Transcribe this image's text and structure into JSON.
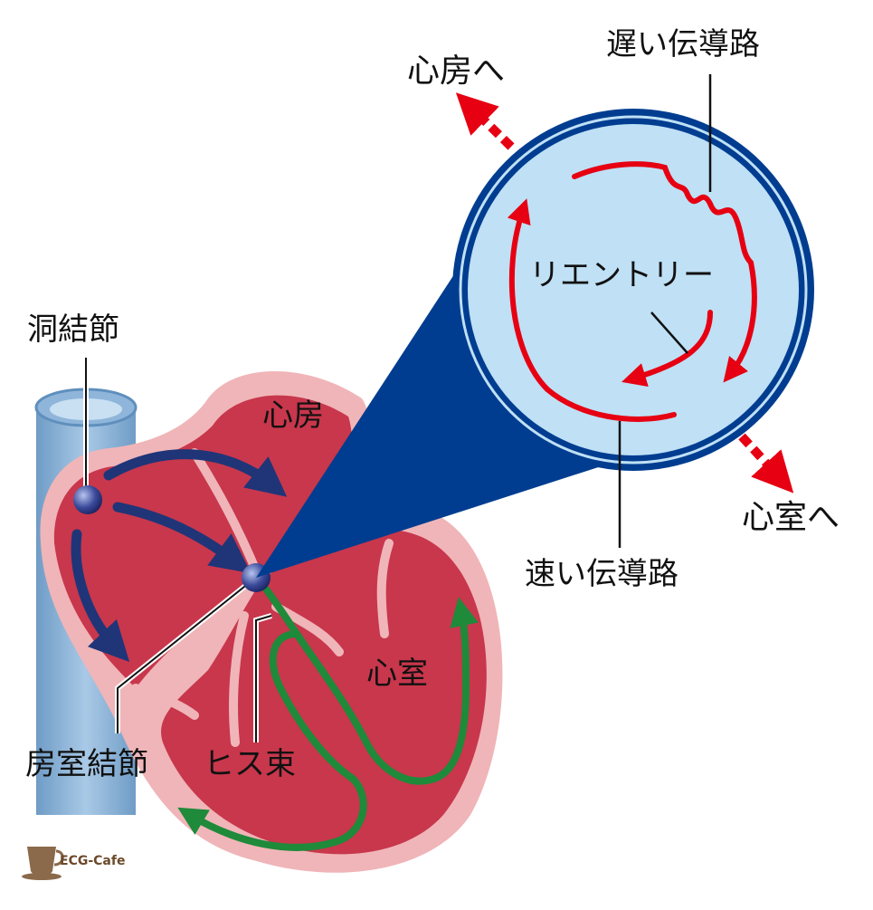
{
  "labels": {
    "sinus_node": "洞結節",
    "av_node": "房室結節",
    "his_bundle": "ヒス束",
    "atrium": "心房",
    "ventricle": "心室",
    "to_atrium": "心房へ",
    "to_ventricle": "心室へ",
    "slow_pathway": "遅い伝導路",
    "fast_pathway": "速い伝導路",
    "reentry": "リエントリー"
  },
  "logo": {
    "text": "ECG-Cafe"
  },
  "colors": {
    "heart_outer": "#f0b5b8",
    "heart_inner": "#c8374c",
    "vessel": "#7fa9d0",
    "conduction_arrow": "#1f3578",
    "purkinje": "#1e8a3a",
    "reentry_path": "#e60012",
    "zoom_fill": "#003d90",
    "zoom_inner": "#bfe0f5"
  }
}
